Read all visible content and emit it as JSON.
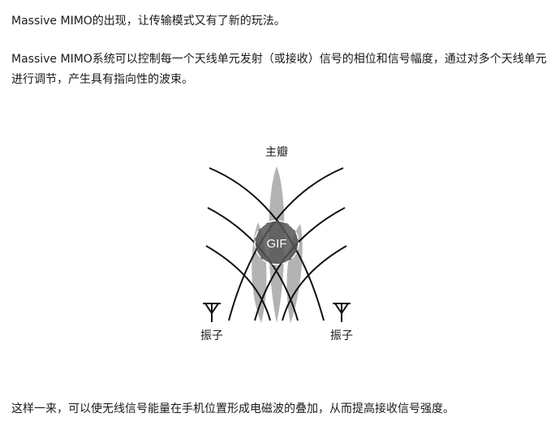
{
  "article": {
    "intro": "Massive MIMO的出现，让传输模式又有了新的玩法。",
    "description": "Massive MIMO系统可以控制每一个天线单元发射（或接收）信号的相位和信号幅度，通过对多个天线单元进行调节，产生具有指向性的波束。",
    "conclusion": "这样一来，可以使无线信号能量在手机位置形成电磁波的叠加，从而提高接收信号强度。"
  },
  "figure": {
    "main_lobe_label": "主瓣",
    "element_left_label": "振子",
    "element_right_label": "振子",
    "gif_badge": "GIF",
    "colors": {
      "lobe": "#b3b3b3",
      "wave": "#111111",
      "badge": "#555555"
    }
  }
}
